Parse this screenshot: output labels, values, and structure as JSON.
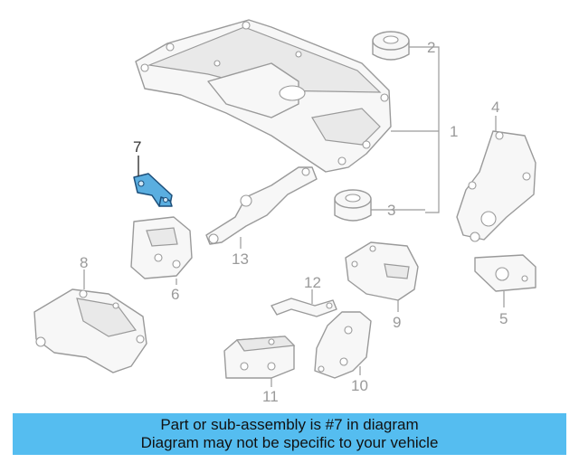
{
  "diagram": {
    "callouts": {
      "c1": "1",
      "c2": "2",
      "c3": "3",
      "c4": "4",
      "c5": "5",
      "c6": "6",
      "c7": "7",
      "c8": "8",
      "c9": "9",
      "c10": "10",
      "c11": "11",
      "c12": "12",
      "c13": "13"
    },
    "highlighted_part": "7",
    "colors": {
      "highlight": "#5aaee0",
      "outline": "#9a9a9a",
      "banner": "#55bdf0"
    }
  },
  "banner": {
    "line1": "Part or sub-assembly is #7 in diagram",
    "line2": "Diagram may not be specific to your vehicle"
  }
}
